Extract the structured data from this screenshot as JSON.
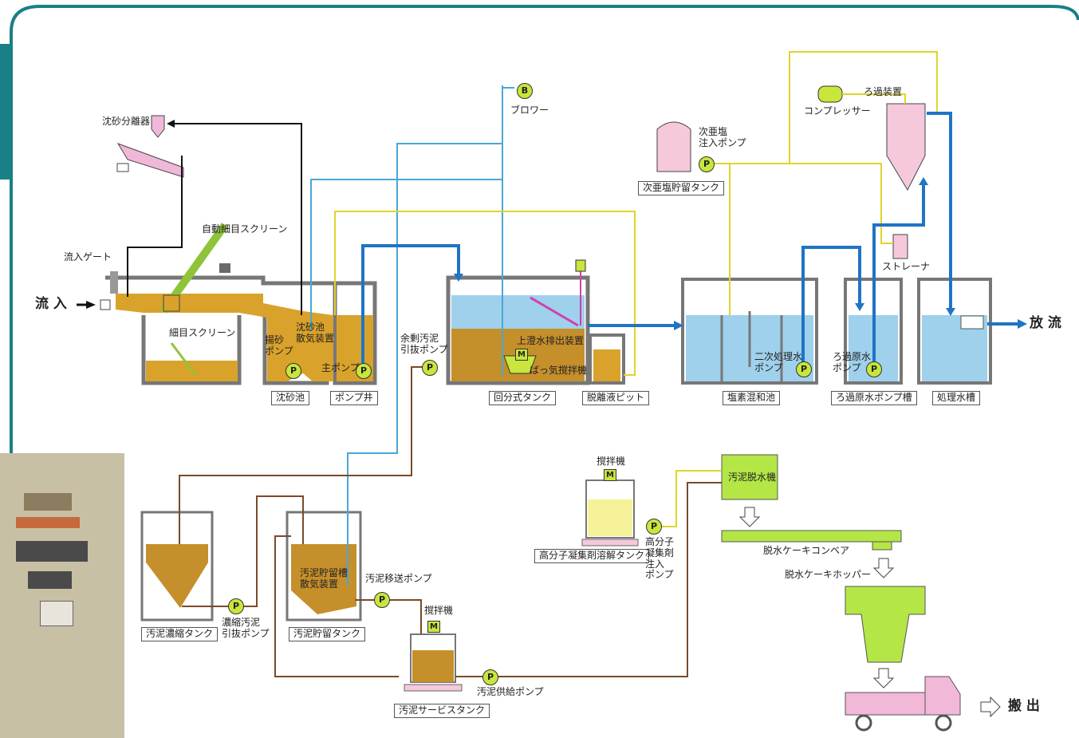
{
  "colors": {
    "sewage": "#d9a22b",
    "clear_water": "#9fd0ec",
    "sludge_line": "#7a4a2a",
    "air_line": "#4aa6d8",
    "chem_line": "#f0e43c",
    "flow_line": "#1f74c4",
    "frame": "#1a7f86",
    "cake": "#b4e646",
    "truck": "#f2b8d8"
  },
  "labels": {
    "inflow": "流 入",
    "discharge": "放 流",
    "carry_out": "搬 出",
    "grit_separator": "沈砂分離器",
    "auto_screen": "自動細目スクリーン",
    "inflow_gate": "流入ゲート",
    "fine_screen": "細目スクリーン",
    "grit_pump": "揚砂\nポンプ",
    "grit_aerator": "沈砂池\n散気装置",
    "main_pump": "主ポンプ",
    "grit_chamber": "沈砂池",
    "pump_well": "ポンプ井",
    "excess_sludge_pump": "余剰汚泥\n引抜ポンプ",
    "blower": "ブロワー",
    "supernatant_device": "上澄水排出装置",
    "aeration_mixer": "ばっ気撹拌機",
    "batch_tank": "回分式タンク",
    "desorption_pit": "脱離液ピット",
    "hypo_pump": "次亜塩\n注入ポンプ",
    "hypo_tank": "次亜塩貯留タンク",
    "compressor": "コンプレッサー",
    "filter_device": "ろ過装置",
    "strainer": "ストレーナ",
    "secondary_pump": "二次処理水\nポンプ",
    "raw_filter_pump": "ろ過原水\nポンプ",
    "chlorine_tank": "塩素混和池",
    "filter_pump_tank": "ろ過原水ポンプ槽",
    "treated_tank": "処理水槽",
    "sludge_thickener": "汚泥濃縮タンク",
    "thick_sludge_pump": "濃縮汚泥\n引抜ポンプ",
    "sludge_storage_aerator": "汚泥貯留槽\n散気装置",
    "sludge_storage": "汚泥貯留タンク",
    "sludge_transfer_pump": "汚泥移送ポンプ",
    "mixer1": "撹拌機",
    "mixer2": "撹拌機",
    "sludge_service_tank": "汚泥サービスタンク",
    "sludge_feed_pump": "汚泥供給ポンプ",
    "polymer_tank": "高分子凝集剤溶解タンク",
    "polymer_pump": "高分子\n凝集剤\n注入\nポンプ",
    "dewater": "汚泥脱水機",
    "cake_conveyor": "脱水ケーキコンベア",
    "cake_hopper": "脱水ケーキホッパー"
  },
  "marks": {
    "pump": "P",
    "blower": "B",
    "motor": "M"
  }
}
